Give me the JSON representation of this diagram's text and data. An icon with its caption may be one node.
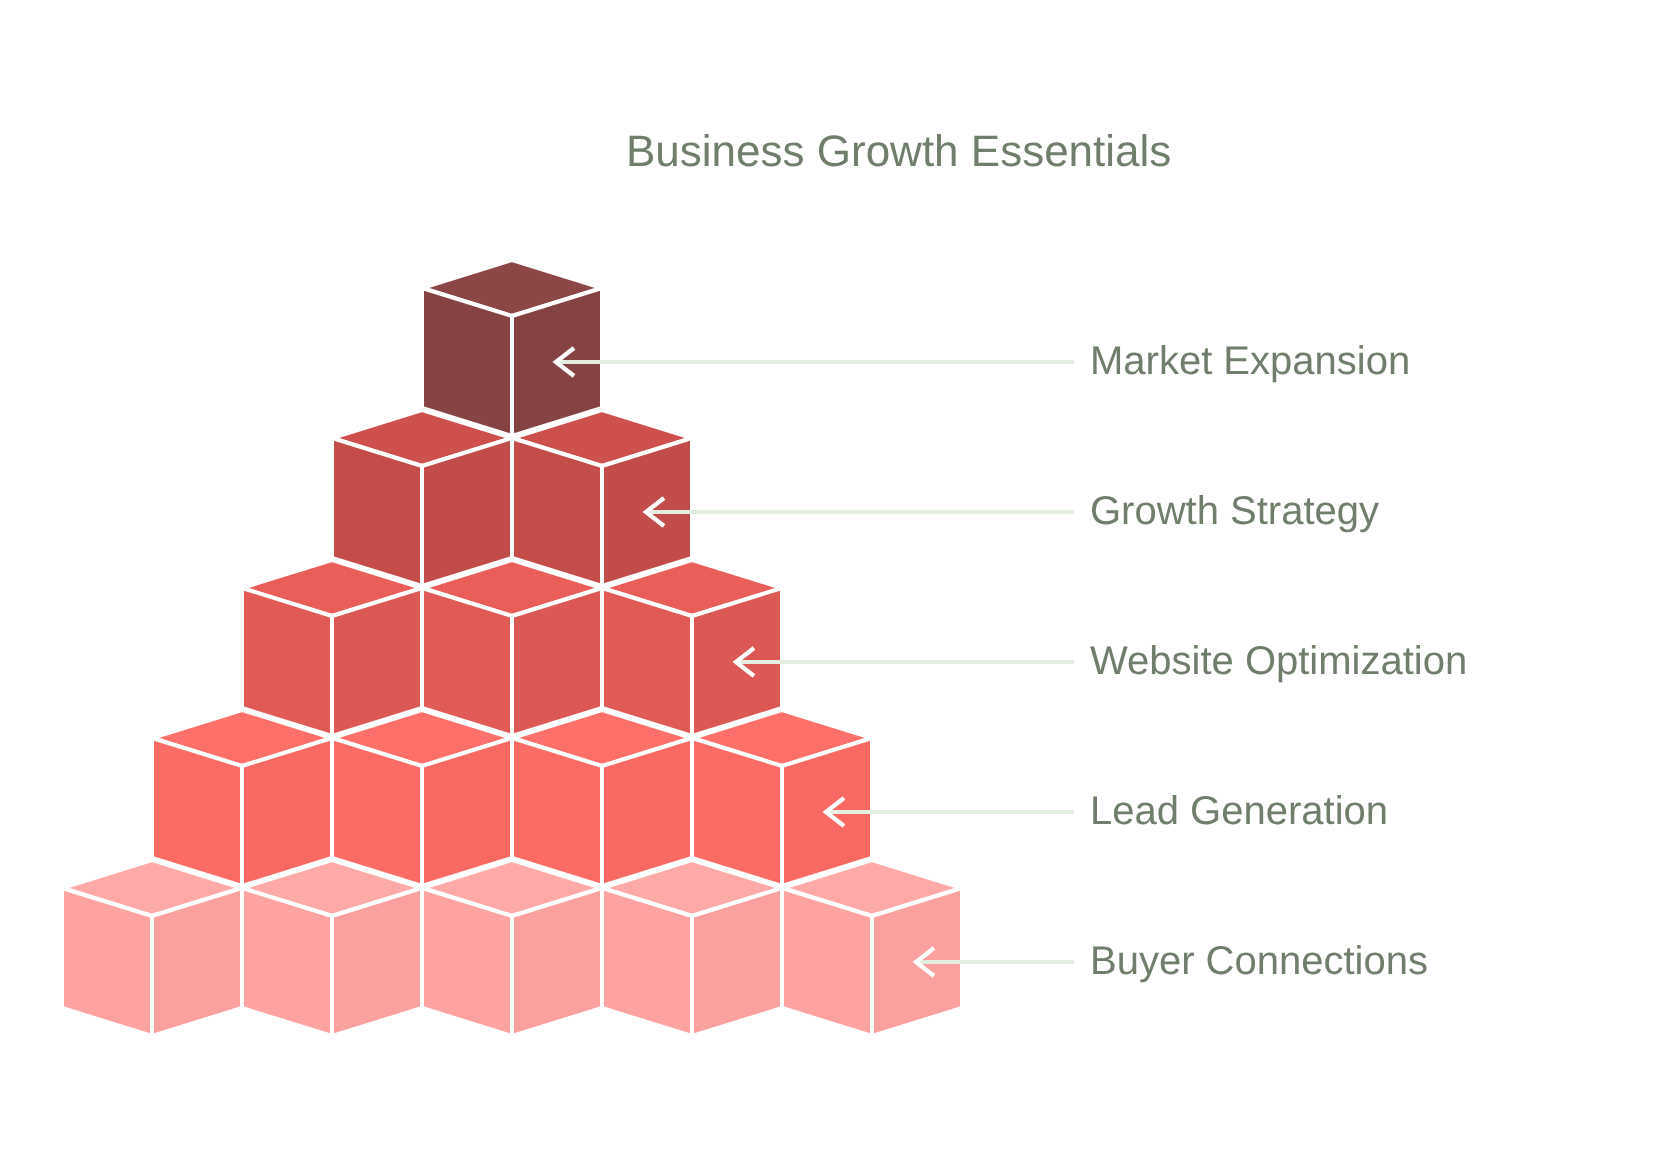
{
  "diagram": {
    "title": "Business Growth Essentials",
    "nodes": [
      {
        "text": [],
        "shape": "cube"
      },
      {
        "text": [
          "Market Expansion"
        ]
      },
      {
        "text": [],
        "shape": "cube"
      },
      {
        "text": [
          "Growth Strategy"
        ]
      },
      {
        "text": [],
        "shape": "cube"
      },
      {
        "text": [
          "Website Optimization"
        ]
      },
      {
        "text": [],
        "shape": "cube"
      },
      {
        "text": [
          "Lead Generation"
        ]
      },
      {
        "text": [],
        "shape": "cube"
      },
      {
        "text": [
          "Buyer Connections"
        ]
      }
    ],
    "edges": [
      {
        "from": 1,
        "to": 0,
        "arrow": "to"
      },
      {
        "from": 3,
        "to": 2,
        "arrow": "to"
      },
      {
        "from": 5,
        "to": 4,
        "arrow": "to"
      },
      {
        "from": 7,
        "to": 6,
        "arrow": "to"
      },
      {
        "from": 9,
        "to": 8,
        "arrow": "to"
      }
    ]
  }
}
